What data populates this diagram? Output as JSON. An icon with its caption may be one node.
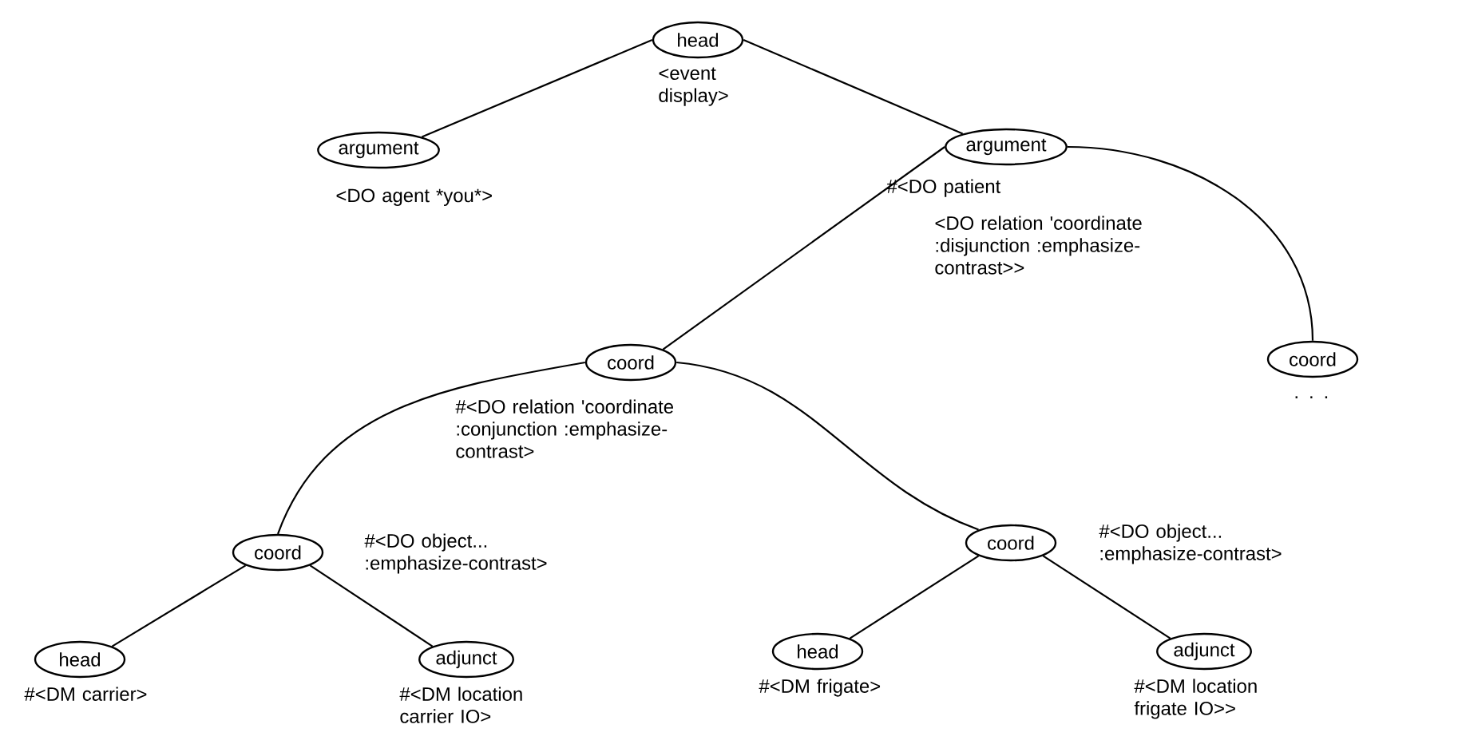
{
  "diagram": {
    "nodes": [
      {
        "text": [
          "head"
        ],
        "beside": [
          "<event display>"
        ]
      },
      {
        "text": [
          "argument"
        ],
        "beside": [
          "<DO agent *you*>"
        ]
      },
      {
        "text": [
          "argument"
        ],
        "beside": [
          "#<DO patient",
          "<DO relation 'coordinate :disjunction :emphasize-contrast>>"
        ]
      },
      {
        "text": [
          "coord"
        ],
        "beside": [
          "#<DO relation 'coordinate :conjunction :emphasize-contrast>"
        ]
      },
      {
        "text": [
          "coord"
        ],
        "beside": [
          ". . ."
        ]
      },
      {
        "text": [
          "coord"
        ],
        "beside": [
          "#<DO object... :emphasize-contrast>"
        ]
      },
      {
        "text": [
          "coord"
        ],
        "beside": [
          "#<DO object... :emphasize-contrast>"
        ]
      },
      {
        "text": [
          "head"
        ],
        "beside": [
          "#<DM carrier>"
        ]
      },
      {
        "text": [
          "adjunct"
        ],
        "beside": [
          "#<DM location carrier IO>"
        ]
      },
      {
        "text": [
          "head"
        ],
        "beside": [
          "#<DM frigate>"
        ]
      },
      {
        "text": [
          "adjunct"
        ],
        "beside": [
          "#<DM location frigate IO>>"
        ]
      }
    ],
    "edges": [
      {
        "from": 0,
        "to": 1,
        "arrow": "none"
      },
      {
        "from": 0,
        "to": 2,
        "arrow": "none"
      },
      {
        "from": 2,
        "to": 3,
        "arrow": "none"
      },
      {
        "from": 2,
        "to": 4,
        "arrow": "none"
      },
      {
        "from": 3,
        "to": 5,
        "arrow": "none"
      },
      {
        "from": 3,
        "to": 6,
        "arrow": "none"
      },
      {
        "from": 5,
        "to": 7,
        "arrow": "none"
      },
      {
        "from": 5,
        "to": 8,
        "arrow": "none"
      },
      {
        "from": 6,
        "to": 9,
        "arrow": "none"
      },
      {
        "from": 6,
        "to": 10,
        "arrow": "none"
      }
    ]
  }
}
